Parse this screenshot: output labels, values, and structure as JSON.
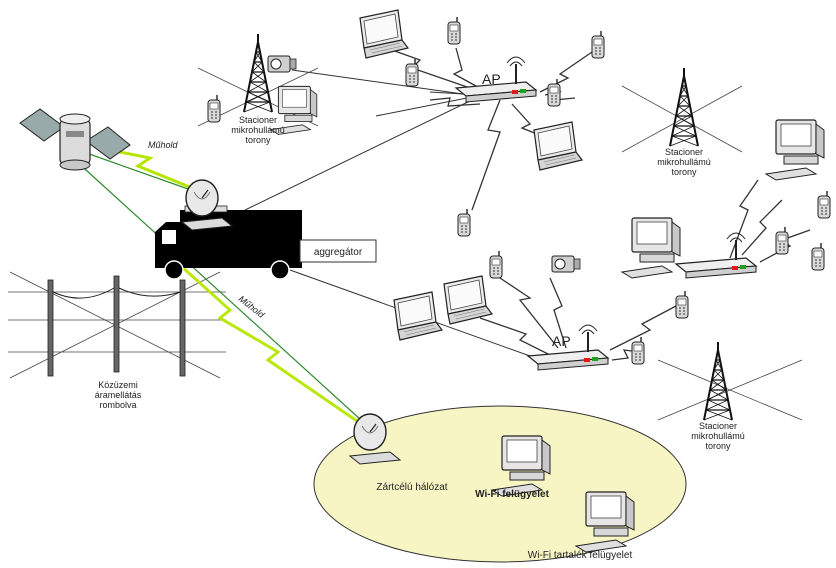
{
  "labels": {
    "tower_top_left": [
      "Stacioner",
      "mikrohullámú",
      "torony"
    ],
    "tower_top_right": [
      "Stacioner",
      "mikrohullámú",
      "torony"
    ],
    "tower_bottom_right": [
      "Stacioner",
      "mikrohullámú",
      "torony"
    ],
    "ap_top": "AP",
    "ap_bottom": "AP",
    "aggregator": "aggregátor",
    "satellite_link_1": "Műhold",
    "satellite_link_2": "Műhold",
    "power_grid": [
      "Közüzemi",
      "áramellátás",
      "rombolva"
    ],
    "closed_network": "Zártcélú hálózat",
    "wifi_monitor": "Wi-Fi  felügyelet",
    "wifi_backup": "Wi-Fi tartalék felügyelet"
  },
  "colors": {
    "satellite_link": "#b6e600",
    "satellite_link_dark": "#2e8b2e",
    "ellipse_fill": "#f7f5c4",
    "ap_led_red": "#e01818",
    "ap_led_green": "#1fa01f"
  },
  "icons": [
    "satellite-icon",
    "truck-icon",
    "dish-icon",
    "tower-icon",
    "access-point-icon",
    "laptop-icon",
    "desktop-icon",
    "phone-icon",
    "camera-icon",
    "power-pole-icon"
  ]
}
